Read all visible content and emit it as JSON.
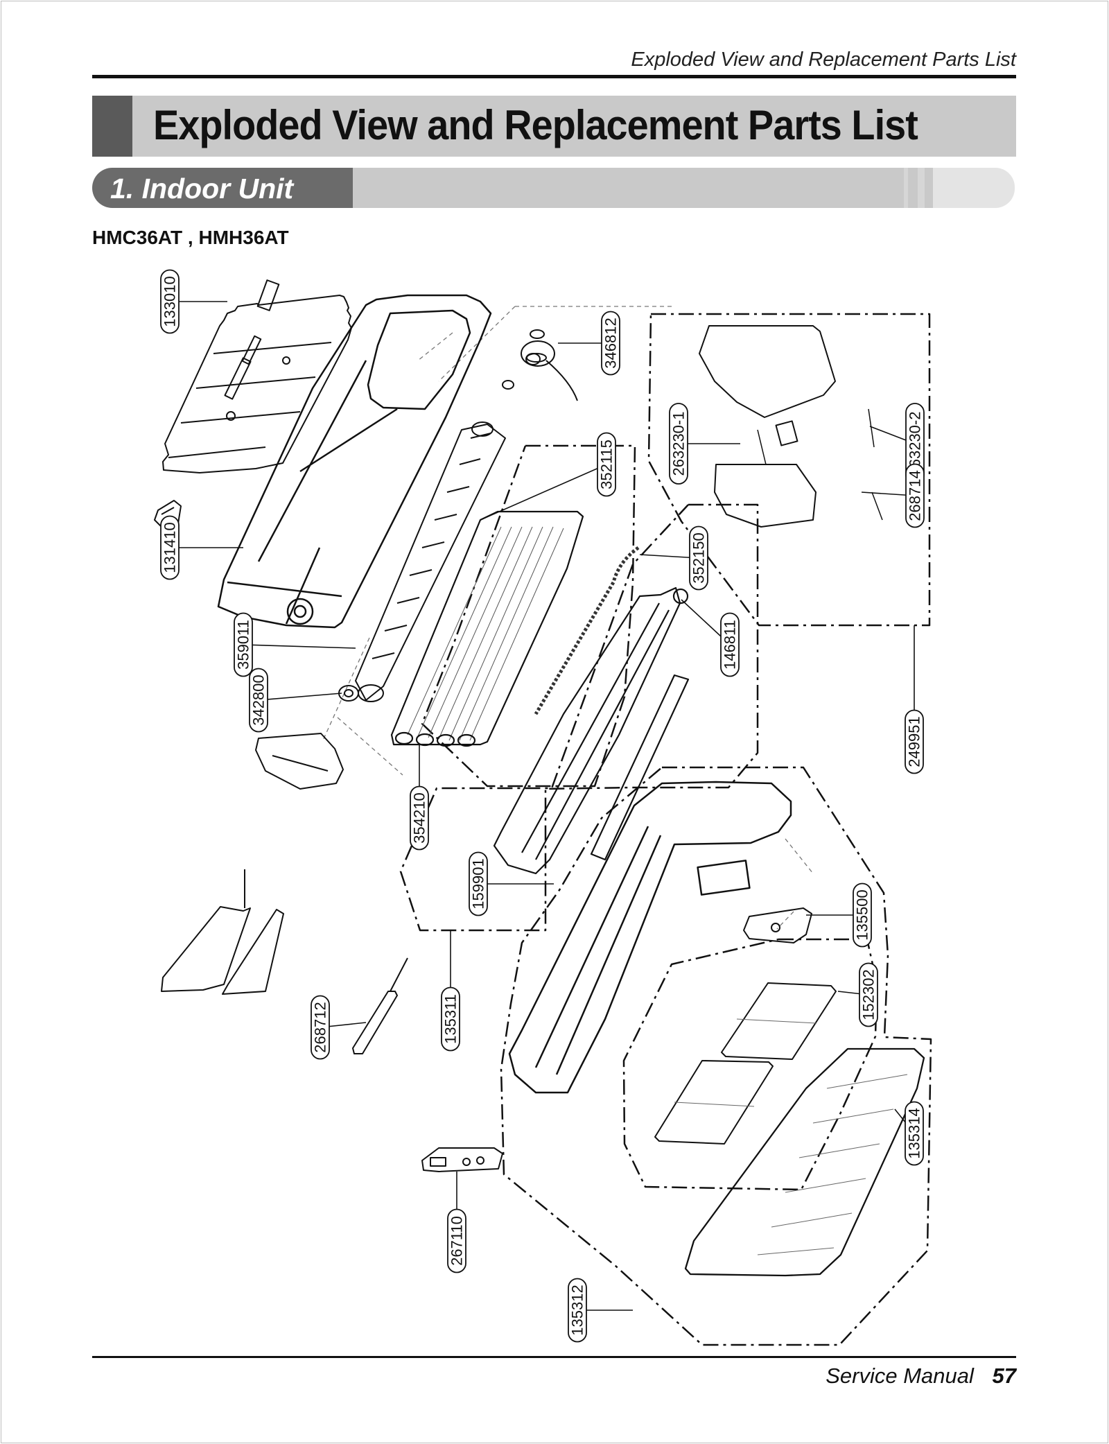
{
  "header": {
    "running_title": "Exploded View and Replacement Parts List",
    "page_title": "Exploded View and Replacement Parts List"
  },
  "section": {
    "title": "1. Indoor Unit"
  },
  "model": "HMC36AT , HMH36AT",
  "parts": [
    {
      "label": "133010"
    },
    {
      "label": "131410"
    },
    {
      "label": "359011"
    },
    {
      "label": "342800"
    },
    {
      "label": "346812"
    },
    {
      "label": "352115"
    },
    {
      "label": "352150"
    },
    {
      "label": "146811"
    },
    {
      "label": "263230-1"
    },
    {
      "label": "263230-2"
    },
    {
      "label": "268714"
    },
    {
      "label": "249951"
    },
    {
      "label": "354210"
    },
    {
      "label": "159901"
    },
    {
      "label": "135500"
    },
    {
      "label": "152302"
    },
    {
      "label": "268712"
    },
    {
      "label": "135311"
    },
    {
      "label": "135314"
    },
    {
      "label": "267110"
    },
    {
      "label": "135312"
    }
  ],
  "footer": {
    "manual_title": "Service Manual",
    "page_number": "57"
  }
}
